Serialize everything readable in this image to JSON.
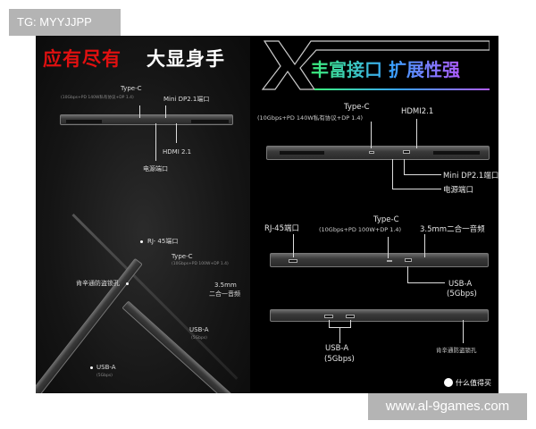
{
  "overlays": {
    "tg_label": "TG: MYYJJPP",
    "site_label": "www.al-9games.com"
  },
  "left": {
    "title_red": "应有尽有",
    "title_white": "大显身手",
    "back": {
      "typec": "Type-C",
      "typec_spec": "(10Gbps+PD 140W私有协议+DP 1.4)",
      "minidp": "Mini DP2.1端口",
      "hdmi": "HDMI 2.1",
      "power": "电源端口"
    },
    "side": {
      "rj45": "RJ- 45端口",
      "typec": "Type-C",
      "typec_spec": "(10Gbps+PD 100W+DP 1.4)",
      "audio1": "3.5mm",
      "audio2": "二合一音频",
      "lock": "肯辛通防盗锁孔",
      "usba_right": "USB-A",
      "usba_right_spec": "(5Gbps)",
      "usba_left": "USB-A",
      "usba_left_spec": "(5Gbps)"
    }
  },
  "right": {
    "title": "丰富接口 扩展性强",
    "back": {
      "typec": "Type-C",
      "typec_spec": "(10Gbps+PD 140W私有协议+DP 1.4)",
      "hdmi": "HDMI2.1",
      "minidp": "Mini DP2.1端口",
      "power": "电源端口"
    },
    "side1": {
      "rj45": "RJ-45端口",
      "typec": "Type-C",
      "typec_spec": "(10Gbps+PD 100W+DP 1.4)",
      "audio": "3.5mm二合一音频",
      "usba": "USB-A",
      "usba_spec": "(5Gbps)"
    },
    "side2": {
      "usba": "USB-A",
      "usba_spec": "(5Gbps)",
      "lock": "肯辛通防盗锁孔"
    },
    "logo": "什么值得买"
  },
  "colors": {
    "red_title": "#e01010",
    "gradient": [
      "#3cf07a",
      "#3aa0ff",
      "#b05cff"
    ]
  }
}
